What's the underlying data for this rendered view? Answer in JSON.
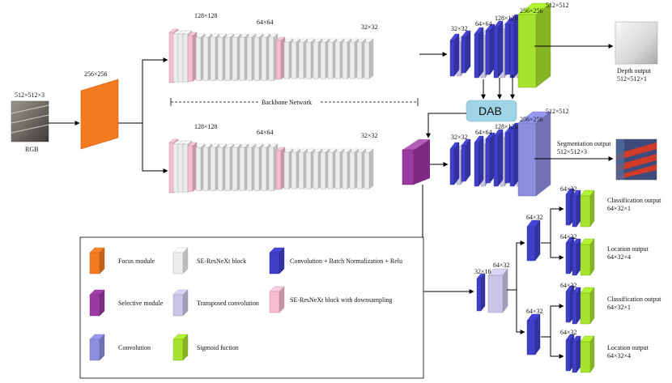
{
  "colors": {
    "focus": "#f47a20",
    "se_block": "#ececec",
    "conv_bn_relu": "#3f3fc8",
    "selective": "#9a3aa0",
    "transposed": "#c9c5e6",
    "downsample": "#f7bcd0",
    "convolution": "#8c8ee0",
    "sigmoid": "#a6e22e",
    "dab": "#9fd3e6"
  },
  "input": {
    "size": "512×512×3",
    "caption": "RGB"
  },
  "focus_size": "256×256",
  "backbone": {
    "top_sizes": [
      "128×128",
      "64×64",
      "32×32"
    ],
    "bottom_sizes": [
      "128×128",
      "64×64",
      "32×32"
    ],
    "caption": "Backbone Network"
  },
  "depth_decoder": {
    "sizes": [
      "32×32",
      "64×64",
      "128×128",
      "256×256",
      "512×512"
    ],
    "output_title": "Depth output",
    "output_size": "512×512×1"
  },
  "dab_label": "DAB",
  "seg_decoder": {
    "sizes": [
      "32×32",
      "64×64",
      "128×128",
      "256×256",
      "512×512"
    ],
    "output_title": "Segmentation output",
    "output_size": "512×512×3"
  },
  "detection": {
    "sizes": {
      "base": "32×16",
      "up": "64×32",
      "mid_top": "64×32",
      "mid_bottom": "64×32",
      "heads": [
        "64×32",
        "64×32",
        "64×32",
        "64×32"
      ]
    },
    "outputs": [
      {
        "title": "Classification output",
        "size": "64×32×1"
      },
      {
        "title": "Location output",
        "size": "64×32×4"
      },
      {
        "title": "Classification output",
        "size": "64×32×1"
      },
      {
        "title": "Location output",
        "size": "64×32×4"
      }
    ]
  },
  "legend": [
    {
      "label": "Focus module",
      "color": "#f47a20"
    },
    {
      "label": "SE-ResNeXt block",
      "color": "#ececec"
    },
    {
      "label": "Convolution + Batch Normalization + Relu",
      "color": "#3f3fc8"
    },
    {
      "label": "Selective module",
      "color": "#9a3aa0"
    },
    {
      "label": "Transposed convolution",
      "color": "#c9c5e6"
    },
    {
      "label": "SE-ResNeXt block with downsampling",
      "color": "#f7bcd0"
    },
    {
      "label": "Convolution",
      "color": "#8c8ee0"
    },
    {
      "label": "Sigmoid fuction",
      "color": "#a6e22e"
    }
  ]
}
